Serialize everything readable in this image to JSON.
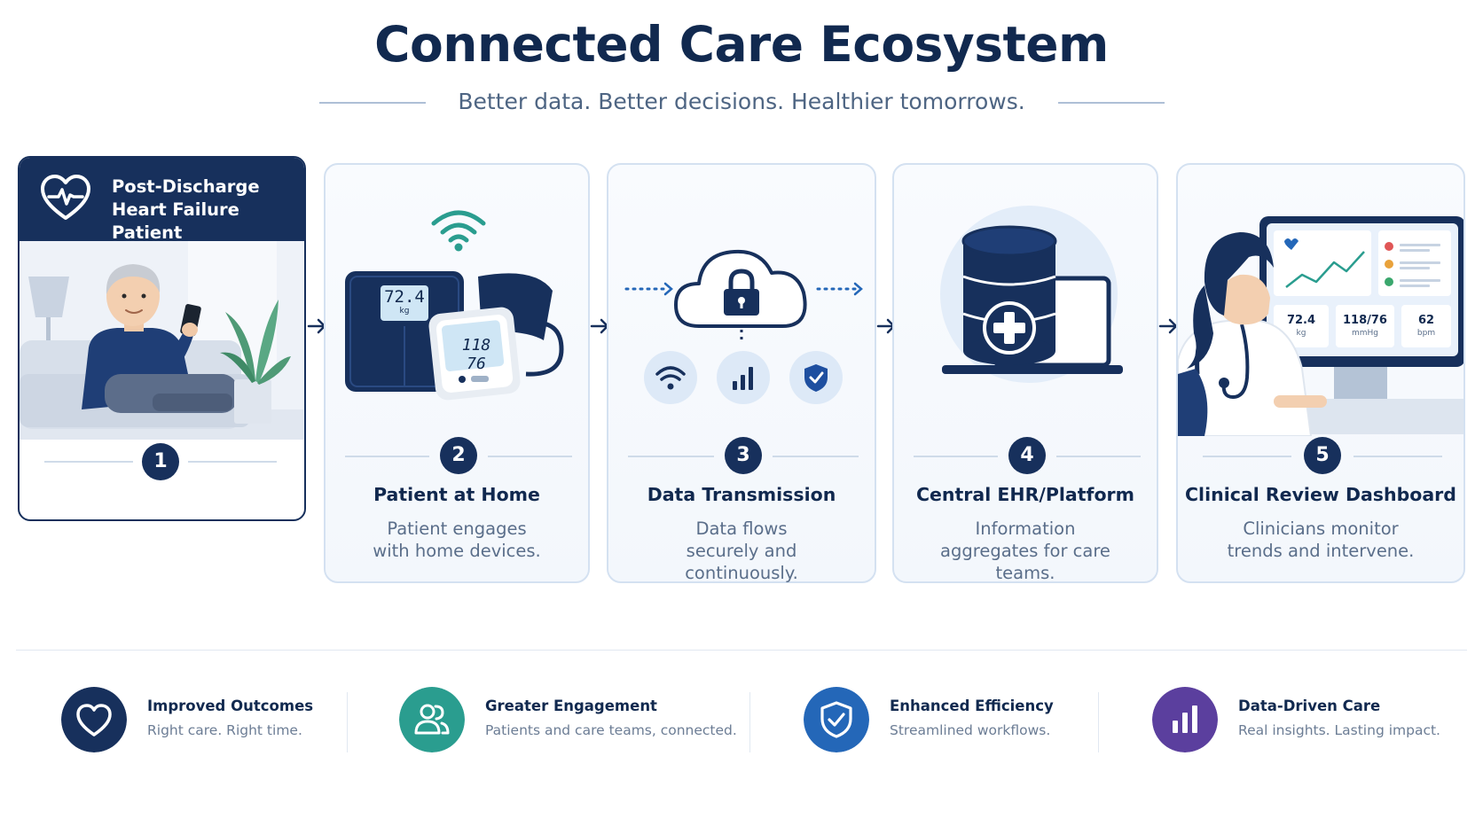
{
  "title": "Connected Care Ecosystem",
  "subtitle": "Better data. Better decisions. Healthier tomorrows.",
  "steps": [
    {
      "number": "1",
      "title": "Post-Discharge Heart Failure Patient"
    },
    {
      "number": "2",
      "title": "Patient at Home",
      "description": "Patient engages with home devices."
    },
    {
      "number": "3",
      "title": "Data Transmission",
      "description": "Data flows securely and continuously."
    },
    {
      "number": "4",
      "title": "Central EHR/Platform",
      "description": "Information aggregates for care teams."
    },
    {
      "number": "5",
      "title": "Clinical Review Dashboard",
      "description": "Clinicians monitor trends and intervene."
    }
  ],
  "devices": {
    "scale_value": "72.4",
    "scale_unit": "kg",
    "bp_systolic": "118",
    "bp_diastolic": "76"
  },
  "dashboard": {
    "weight": "72.4",
    "weight_unit": "kg",
    "bp": "118/76",
    "bp_unit": "mmHg",
    "hr": "62",
    "hr_unit": "bpm"
  },
  "benefits": [
    {
      "title": "Improved Outcomes",
      "subtitle": "Right care. Right time.",
      "icon": "heart-icon",
      "color": "#17305c"
    },
    {
      "title": "Greater Engagement",
      "subtitle": "Patients and care teams, connected.",
      "icon": "people-icon",
      "color": "#2a9d8f"
    },
    {
      "title": "Enhanced Efficiency",
      "subtitle": "Streamlined workflows.",
      "icon": "shield-check-icon",
      "color": "#2467b8"
    },
    {
      "title": "Data-Driven Care",
      "subtitle": "Real insights. Lasting impact.",
      "icon": "bar-chart-icon",
      "color": "#5b3f9e"
    }
  ],
  "colors": {
    "navy": "#17305c",
    "teal": "#2a9d8f",
    "blue": "#2467b8",
    "purple": "#5b3f9e"
  }
}
